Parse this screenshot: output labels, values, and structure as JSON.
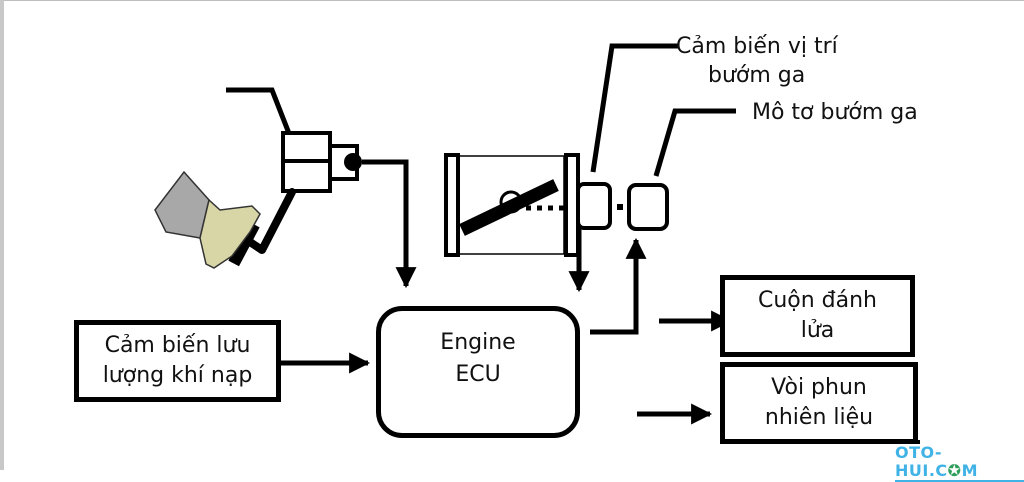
{
  "diagram": {
    "title": "Electronic throttle control system",
    "labels": {
      "throttle_position_sensor": [
        "Cảm biến vị trí",
        "bướm ga"
      ],
      "throttle_motor": "Mô tơ bướm ga",
      "airflow_sensor": [
        "Cảm biến lưu",
        "lượng khí nạp"
      ],
      "engine_ecu": [
        "Engine",
        "ECU"
      ],
      "ignition_coil": [
        "Cuộn đánh",
        "lửa"
      ],
      "fuel_injector": [
        "Vòi phun",
        "nhiên liệu"
      ]
    },
    "components": [
      "accelerator-pedal",
      "accelerator-pedal-position-sensor",
      "throttle-body",
      "throttle-valve",
      "throttle-position-sensor",
      "throttle-motor",
      "airflow-sensor",
      "engine-ecu",
      "ignition-coil",
      "fuel-injector"
    ],
    "connections": [
      {
        "from": "accelerator-pedal-position-sensor",
        "to": "engine-ecu"
      },
      {
        "from": "throttle-position-sensor",
        "to": "engine-ecu"
      },
      {
        "from": "engine-ecu",
        "to": "throttle-motor"
      },
      {
        "from": "airflow-sensor",
        "to": "engine-ecu"
      },
      {
        "from": "engine-ecu",
        "to": "ignition-coil"
      },
      {
        "from": "engine-ecu",
        "to": "fuel-injector"
      }
    ],
    "colors": {
      "line": "#000000",
      "shoe_leg": "#a8a8a8",
      "shoe_foot": "#d8d5a6",
      "watermark": "#3fb2e6",
      "watermark_accent": "#2f9e5b"
    }
  },
  "watermark": {
    "prefix": "OTO-HUI.C",
    "accent": "✪",
    "suffix": "M"
  }
}
